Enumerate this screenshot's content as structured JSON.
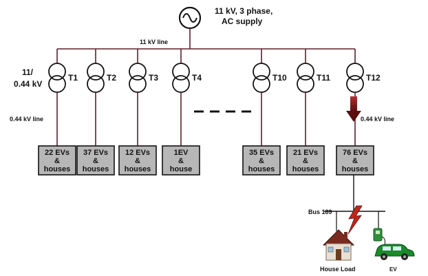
{
  "supply": {
    "label_line1": "11 kV, 3 phase,",
    "label_line2": "AC supply",
    "symbol": "ac-source-icon"
  },
  "bus_11kv_label": "11 kV line",
  "ratio_label": {
    "line1": "11/",
    "line2": "0.44 kV"
  },
  "line_044_label_left": "0.44 kV line",
  "line_044_label_right": "0.44 kV line",
  "transformers": [
    {
      "name": "T1",
      "load": [
        "22 EVs",
        "&",
        "houses"
      ]
    },
    {
      "name": "T2",
      "load": [
        "37 EVs",
        "&",
        "houses"
      ]
    },
    {
      "name": "T3",
      "load": [
        "12 EVs",
        "&",
        "houses"
      ]
    },
    {
      "name": "T4",
      "load": [
        "1EV",
        "&",
        "house"
      ]
    },
    {
      "name": "T10",
      "load": [
        "35 EVs",
        "&",
        "houses"
      ]
    },
    {
      "name": "T11",
      "load": [
        "21 EVs",
        "&",
        "houses"
      ]
    },
    {
      "name": "T12",
      "load": [
        "76 EVs",
        "&",
        "houses"
      ]
    }
  ],
  "bus_label": "Bus 189",
  "house_label": "House Load",
  "ev_label": "EV",
  "colors": {
    "line": "#5a1f2a",
    "box_fill": "#b7b7b7",
    "arrow": "#6b1212",
    "car": "#1a8a2a",
    "lightning": "#c0261a"
  }
}
